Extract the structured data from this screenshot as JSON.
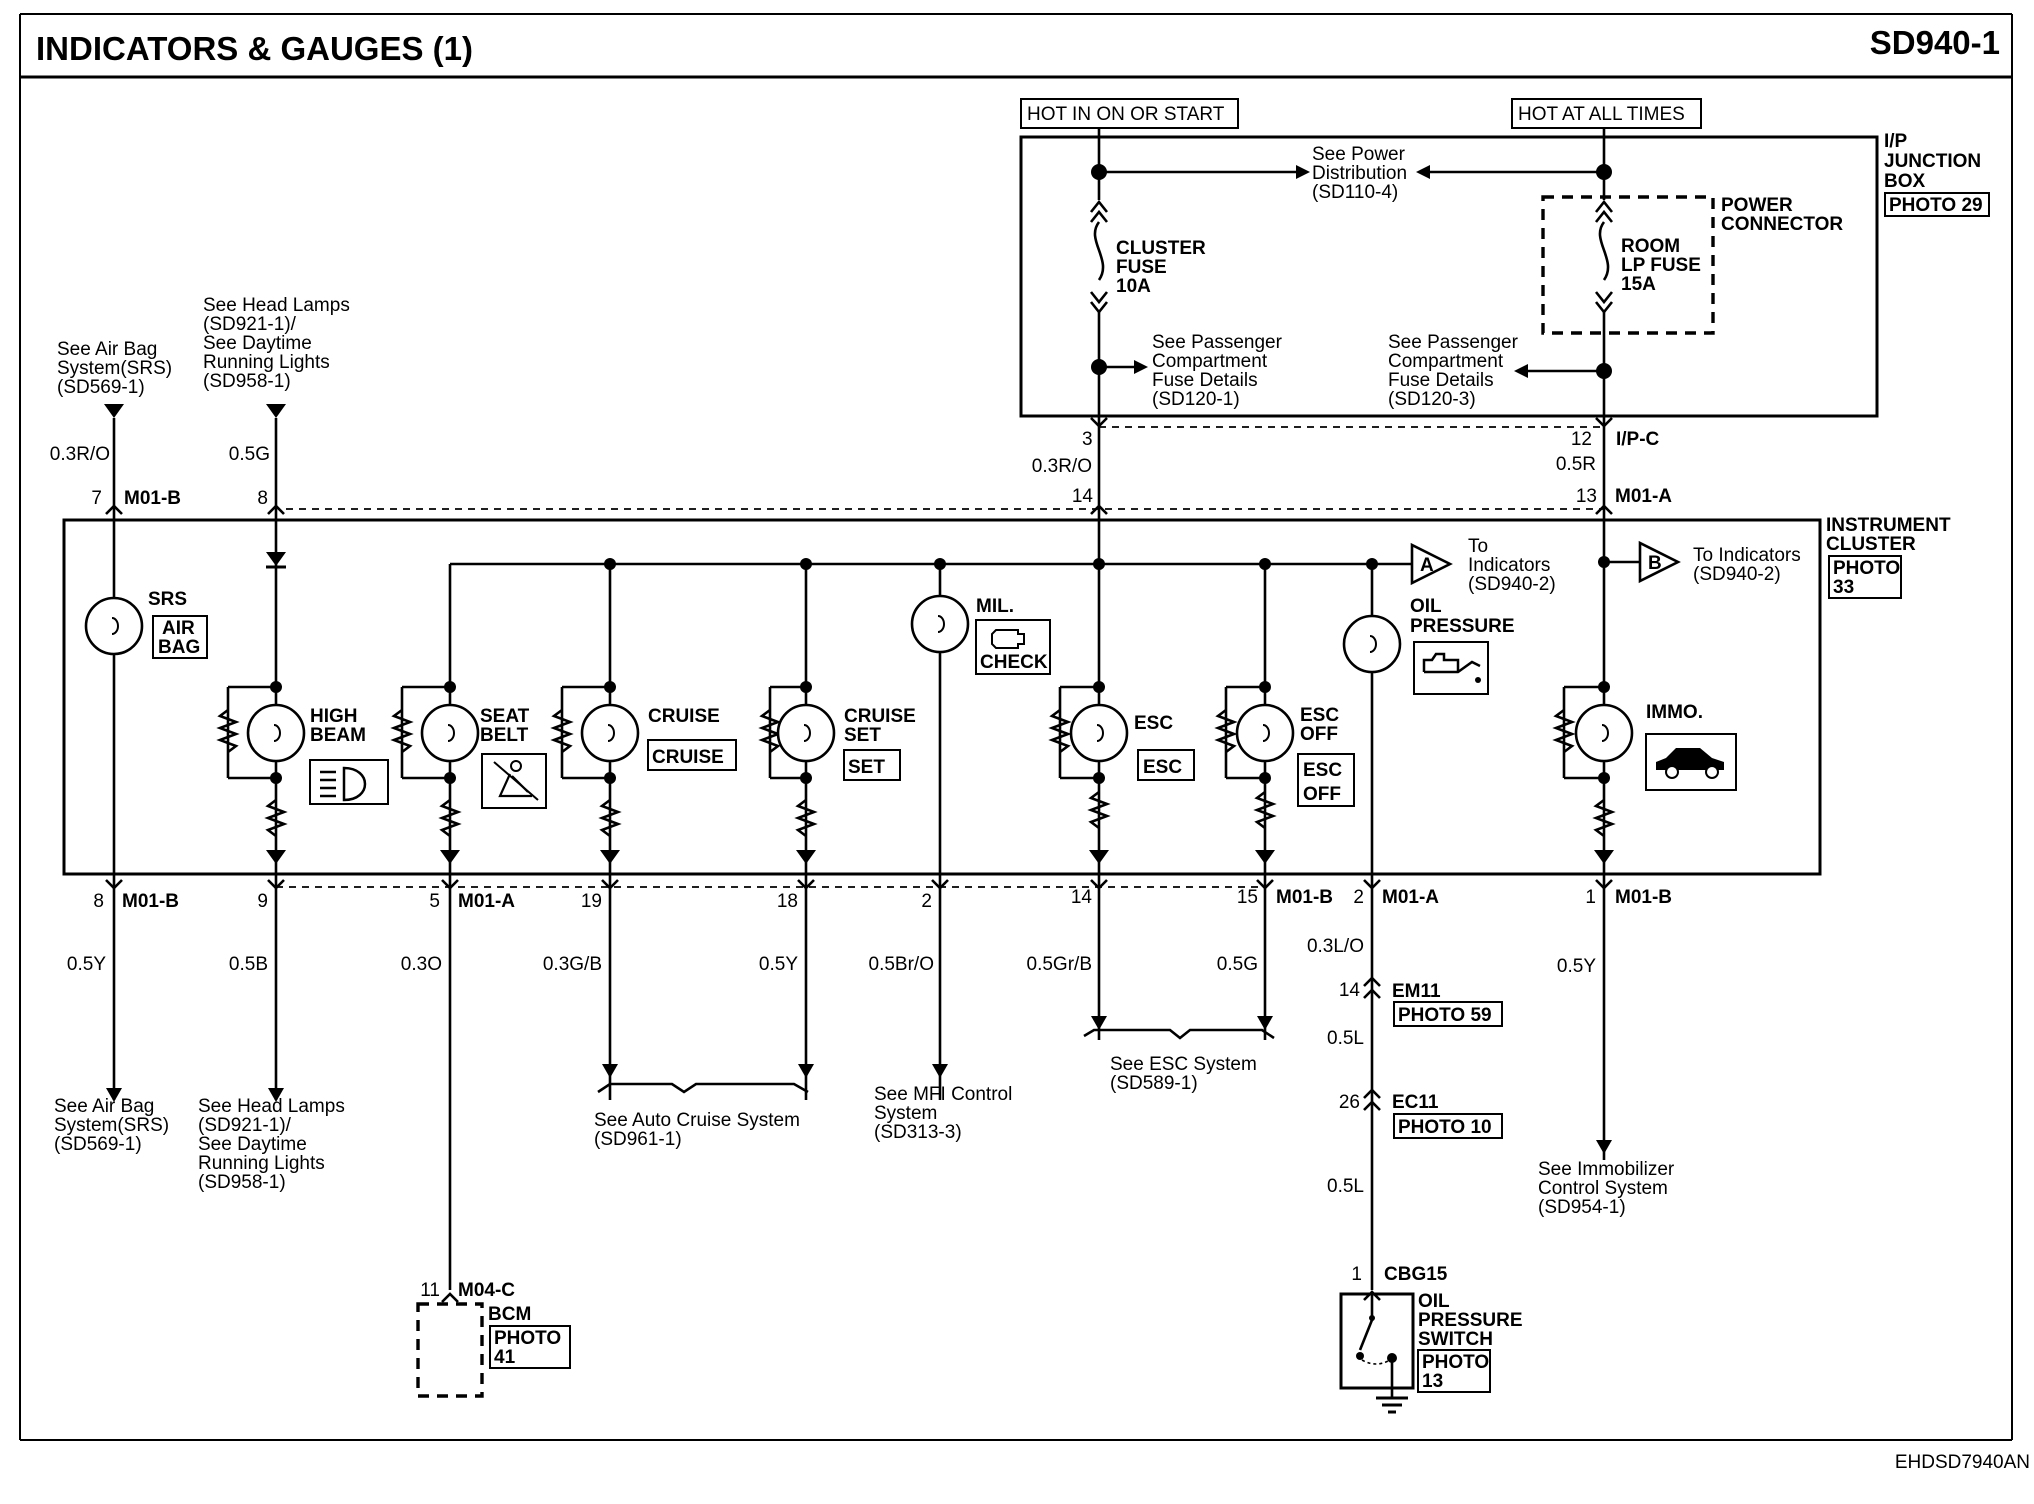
{
  "header": {
    "title": "INDICATORS & GAUGES (1)",
    "code": "SD940-1"
  },
  "footer": {
    "image_code": "EHDSD7940AN"
  },
  "power": {
    "hot_run": "HOT IN ON OR START",
    "hot_all": "HOT AT ALL TIMES",
    "junction_box": [
      "I/P",
      "JUNCTION",
      "BOX"
    ],
    "junction_photo": "PHOTO 29",
    "power_dist": [
      "See Power",
      "Distribution",
      "(SD110-4)"
    ],
    "cluster_fuse": [
      "CLUSTER",
      "FUSE",
      "10A"
    ],
    "room_fuse": [
      "ROOM",
      "LP FUSE",
      "15A"
    ],
    "power_connector": [
      "POWER",
      "CONNECTOR"
    ],
    "pass_left": [
      "See Passenger",
      "Compartment",
      "Fuse Details",
      "(SD120-1)"
    ],
    "pass_right": [
      "See Passenger",
      "Compartment",
      "Fuse Details",
      "(SD120-3)"
    ]
  },
  "connectors": {
    "ipc_left_pin": "3",
    "ipc_right_pin": "12",
    "ipc_name": "I/P-C",
    "wire_03ro": "0.3R/O",
    "wire_05r": "0.5R",
    "m01a_top_left_pin": "14",
    "m01a_top_right_pin": "13",
    "m01a_top_name": "M01-A",
    "srs_in_wire": "0.3R/O",
    "hb_in_wire": "0.5G",
    "m01b_top_pin7": "7",
    "m01b_top_pin8": "8",
    "m01b_top_name": "M01-B"
  },
  "inputs": {
    "airbag_ref": [
      "See Air Bag",
      "System(SRS)",
      "(SD569-1)"
    ],
    "headlamp_ref": [
      "See Head Lamps",
      "(SD921-1)/",
      "See Daytime",
      "Running Lights",
      "(SD958-1)"
    ]
  },
  "cluster": {
    "label": [
      "INSTRUMENT",
      "CLUSTER"
    ],
    "photo": [
      "PHOTO",
      "33"
    ],
    "to_a": [
      "To",
      "Indicators",
      "(SD940-2)"
    ],
    "to_b": [
      "To Indicators",
      "(SD940-2)"
    ],
    "a": "A",
    "b": "B",
    "srs": "SRS",
    "srs_icon": [
      "AIR",
      "BAG"
    ],
    "high_beam": [
      "HIGH",
      "BEAM"
    ],
    "seat_belt": [
      "SEAT",
      "BELT"
    ],
    "cruise": "CRUISE",
    "cruise_icon": "CRUISE",
    "cruise_set": [
      "CRUISE",
      "SET"
    ],
    "set_icon": "SET",
    "mil": "MIL.",
    "check_icon": "CHECK",
    "esc": "ESC",
    "esc_icon": "ESC",
    "esc_off": [
      "ESC",
      "OFF"
    ],
    "esc_off_icon": [
      "ESC",
      "OFF"
    ],
    "oil": [
      "OIL",
      "PRESSURE"
    ],
    "immo": "IMMO."
  },
  "bottom": {
    "pins": {
      "p8": "8",
      "p9": "9",
      "p5": "5",
      "p19": "19",
      "p18": "18",
      "p2a": "2",
      "p14": "14",
      "p15": "15",
      "p2b": "2",
      "p1": "1"
    },
    "conn_m01b": "M01-B",
    "conn_m01a": "M01-A",
    "conn_m01b2": "M01-B",
    "conn_m01a2": "M01-A",
    "conn_m01b3": "M01-B",
    "wires": {
      "w1": "0.5Y",
      "w2": "0.5B",
      "w3": "0.3O",
      "w4": "0.3G/B",
      "w5": "0.5Y",
      "w6": "0.5Br/O",
      "w7": "0.5Gr/B",
      "w8": "0.5G",
      "w9": "0.3L/O",
      "w10": "0.5Y"
    },
    "airbag_ref": [
      "See Air Bag",
      "System(SRS)",
      "(SD569-1)"
    ],
    "headlamp_ref": [
      "See Head Lamps",
      "(SD921-1)/",
      "See Daytime",
      "Running Lights",
      "(SD958-1)"
    ],
    "cruise_ref": [
      "See Auto Cruise System",
      "(SD961-1)"
    ],
    "mfi_ref": [
      "See MFI Control",
      "System",
      "(SD313-3)"
    ],
    "esc_ref": [
      "See ESC System",
      "(SD589-1)"
    ],
    "immo_ref": [
      "See Immobilizer",
      "Control System",
      "(SD954-1)"
    ],
    "em11_pin": "14",
    "em11": "EM11",
    "em11_photo": "PHOTO 59",
    "w_05l_a": "0.5L",
    "ec11_pin": "26",
    "ec11": "EC11",
    "ec11_photo": "PHOTO 10",
    "w_05l_b": "0.5L",
    "cbg15_pin": "1",
    "cbg15": "CBG15",
    "oil_switch": [
      "OIL",
      "PRESSURE",
      "SWITCH"
    ],
    "oil_switch_photo": [
      "PHOTO",
      "13"
    ],
    "m04c_pin": "11",
    "m04c": "M04-C",
    "bcm": "BCM",
    "bcm_photo": [
      "PHOTO",
      "41"
    ]
  }
}
